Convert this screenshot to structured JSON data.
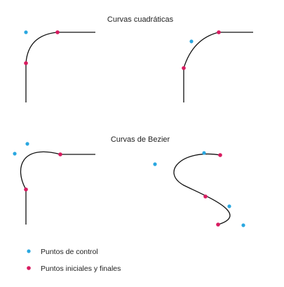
{
  "sections": {
    "quadratic_title": "Curvas cuadráticas",
    "bezier_title": "Curvas de Bezier"
  },
  "legend": {
    "control_points": "Puntos de control",
    "endpoints": "Puntos iniciales y finales"
  },
  "colors": {
    "control_point": "#2aa7e0",
    "endpoint": "#d81b60",
    "curve": "#111111",
    "text": "#222222"
  }
}
